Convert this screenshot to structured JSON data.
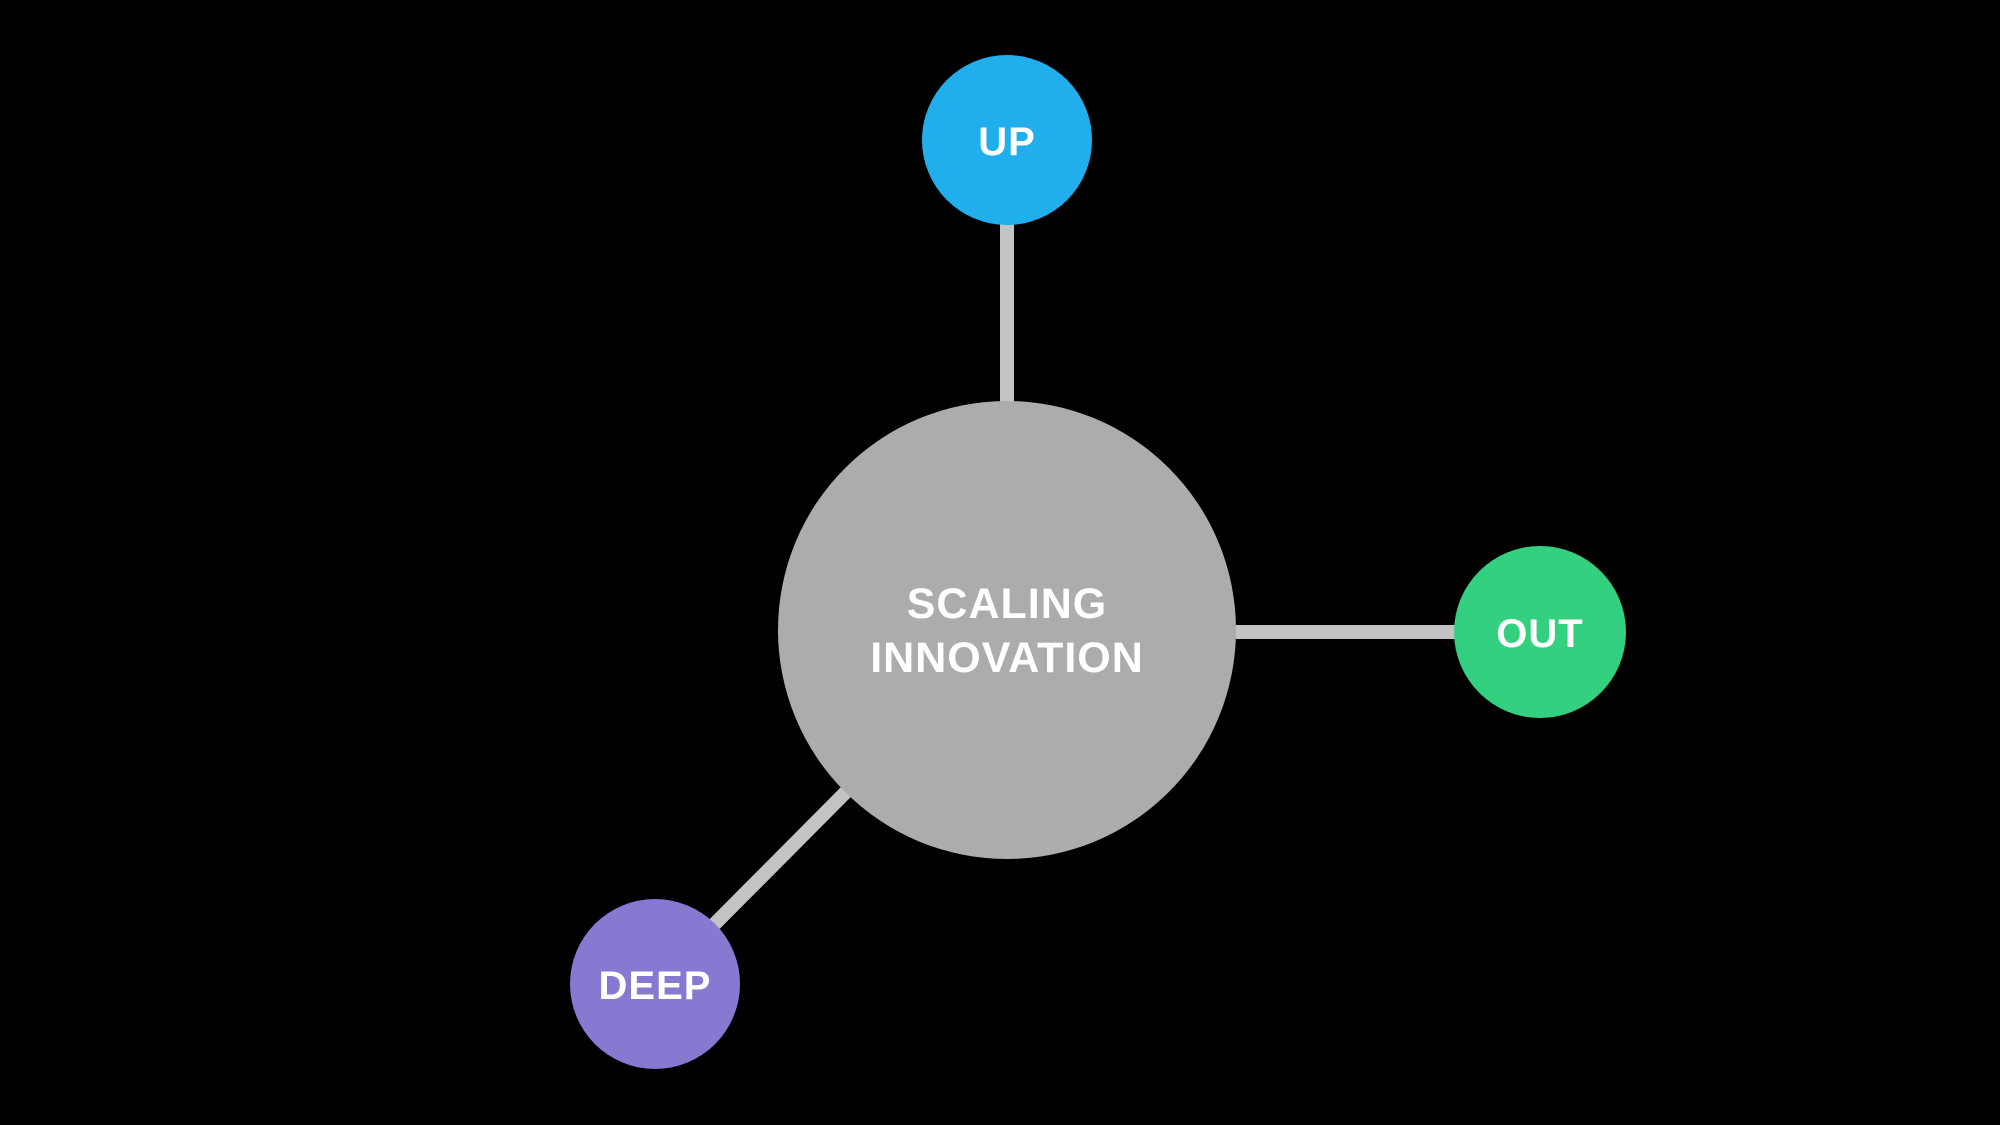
{
  "diagram": {
    "background_color": "#000000",
    "connector_color": "#C3C3C3",
    "text_color": "#FFFFFF",
    "center": {
      "label_line1": "SCALING",
      "label_line2": "INNOVATION",
      "color": "#ACACAC"
    },
    "nodes": {
      "up": {
        "label": "UP",
        "color": "#20AEEC"
      },
      "out": {
        "label": "OUT",
        "color": "#33D17F"
      },
      "deep": {
        "label": "DEEP",
        "color": "#8679D2"
      }
    }
  }
}
